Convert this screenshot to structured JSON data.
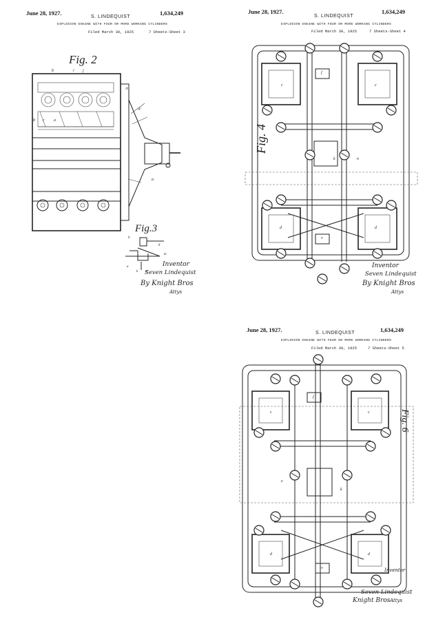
{
  "sheet3": {
    "date": "June 28, 1927.",
    "inventor": "S. LINDEQUIST",
    "patent_no": "1,634,249",
    "title": "EXPLOSION ENGINE WITH FOUR OR MORE WORKING CYLINDERS",
    "filed": "Filed March 30, 1925",
    "sheet": "7 Sheets-Sheet 3",
    "fig_a": "Fig. 2",
    "fig_b": "Fig.3",
    "sig_1": "Inventor",
    "sig_2": "Seven Lindequist",
    "sig_3": "By Knight Bros",
    "sig_4": "Attys"
  },
  "sheet4": {
    "date": "June 28, 1927.",
    "inventor": "S. LINDEQUIST",
    "patent_no": "1,634,249",
    "title": "EXPLOSION ENGINE WITH FOUR OR MORE WORKING CYLINDERS",
    "filed": "Filed March 30, 1925",
    "sheet": "7 Sheets-Sheet 4",
    "fig": "Fig. 4",
    "sig_1": "Inventor",
    "sig_2": "Seven Lindequist",
    "sig_3": "By Knight Bros",
    "sig_4": "Attys"
  },
  "sheet5": {
    "date": "June 28, 1927.",
    "inventor": "S. LINDEQUIST",
    "patent_no": "1,634,249",
    "title": "EXPLOSION ENGINE WITH FOUR OR MORE WORKING CYLINDERS",
    "filed": "Filed March 30, 1925",
    "sheet": "7 Sheets-Sheet 5",
    "fig": "Fig. 6",
    "sig_1": "Inventor",
    "sig_2": "Seven Lindequist",
    "sig_3": "Knight Bros",
    "sig_4": "Attys"
  }
}
